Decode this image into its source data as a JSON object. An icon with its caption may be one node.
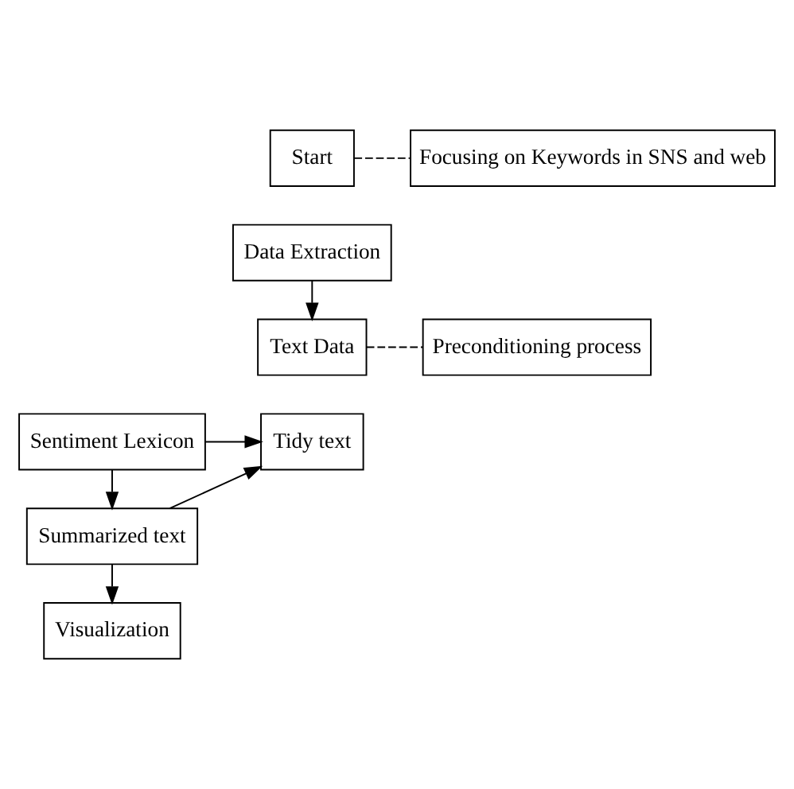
{
  "diagram": {
    "nodes": [
      {
        "text": [
          "Start"
        ]
      },
      {
        "text": [
          "Focusing on Keywords in SNS and web"
        ]
      },
      {
        "text": [
          "Data Extraction"
        ]
      },
      {
        "text": [
          "Text Data"
        ]
      },
      {
        "text": [
          "Preconditioning process"
        ]
      },
      {
        "text": [
          "Tidy text"
        ]
      },
      {
        "text": [
          "Sentiment Lexicon"
        ]
      },
      {
        "text": [
          "Summarized text"
        ]
      },
      {
        "text": [
          "Visualization"
        ]
      }
    ],
    "edges": [
      {
        "from": 0,
        "to": 1,
        "arrow": "none",
        "style": "dashed"
      },
      {
        "from": 2,
        "to": 3,
        "arrow": "to"
      },
      {
        "from": 3,
        "to": 4,
        "arrow": "none",
        "style": "dashed"
      },
      {
        "from": 6,
        "to": 5,
        "arrow": "to"
      },
      {
        "from": 6,
        "to": 7,
        "arrow": "to"
      },
      {
        "from": 7,
        "to": 5,
        "arrow": "to"
      },
      {
        "from": 7,
        "to": 8,
        "arrow": "to"
      }
    ]
  }
}
